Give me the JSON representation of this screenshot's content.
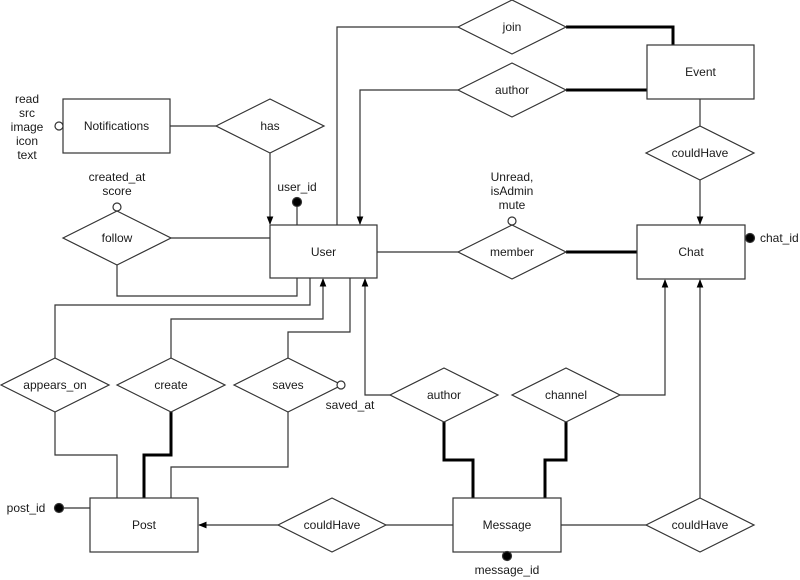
{
  "diagram": {
    "type": "entity-relationship",
    "entities": {
      "notifications": "Notifications",
      "user": "User",
      "event": "Event",
      "chat": "Chat",
      "post": "Post",
      "message": "Message"
    },
    "relationships": {
      "has": "has",
      "join": "join",
      "author_event": "author",
      "follow": "follow",
      "member": "member",
      "could_have_event_chat": "couldHave",
      "appears_on": "appears_on",
      "create": "create",
      "saves": "saves",
      "author_message": "author",
      "channel": "channel",
      "could_have_message_post": "couldHave",
      "could_have_message_chat": "couldHave"
    },
    "attributes": {
      "notifications_attrs": "read\nsrc\nimage\nicon\ntext",
      "user_id": "user_id",
      "follow_attrs": "created_at\nscore",
      "member_attrs": "Unread,\nisAdmin\nmute",
      "chat_id": "chat_id",
      "saved_at": "saved_at",
      "post_id": "post_id",
      "message_id": "message_id"
    },
    "colors": {
      "stroke": "#333333",
      "thick_stroke": "#000000",
      "fill": "#ffffff",
      "key_dot": "#000000"
    }
  }
}
